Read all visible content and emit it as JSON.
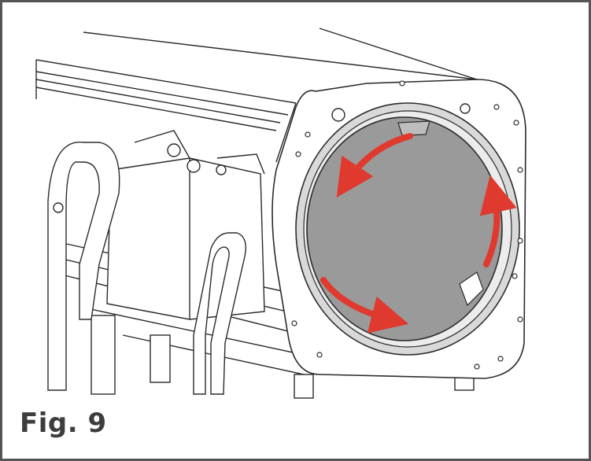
{
  "figure": {
    "caption": "Fig. 9"
  },
  "colors": {
    "frame": "#555555",
    "lens": "#9a9a9a",
    "arrow": "#e03a2f",
    "line": "#2b2b2b"
  },
  "icons": [
    "rotate-arrow-top",
    "rotate-arrow-right",
    "rotate-arrow-bottom"
  ]
}
